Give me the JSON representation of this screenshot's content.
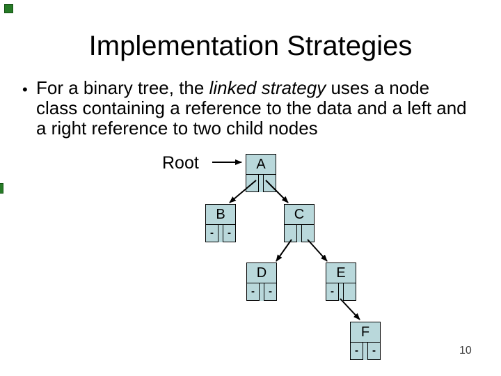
{
  "slide": {
    "title": "Implementation Strategies",
    "bullet": {
      "glyph": "•",
      "text_before_italic": "For a binary tree, the ",
      "italic_text": "linked strategy",
      "text_after_italic": " uses a node class containing a reference to the data and a left and a right reference to two child nodes"
    },
    "page_number": "10"
  },
  "diagram": {
    "root_label": "Root",
    "null_symbol": "-",
    "nodes": [
      {
        "label": "A",
        "left": "",
        "right": ""
      },
      {
        "label": "B",
        "left": "-",
        "right": "-"
      },
      {
        "label": "C",
        "left": "",
        "right": ""
      },
      {
        "label": "D",
        "left": "-",
        "right": "-"
      },
      {
        "label": "E",
        "left": "-",
        "right": ""
      },
      {
        "label": "F",
        "left": "-",
        "right": "-"
      }
    ],
    "edges": [
      "Root→A",
      "A→B",
      "A→C",
      "C→D",
      "C→E",
      "E→F"
    ]
  },
  "colors": {
    "node_fill": "#b9d8db",
    "node_border": "#000000",
    "edge_marker_green": "#267a26",
    "page_number_gray": "#3f3f3f"
  }
}
